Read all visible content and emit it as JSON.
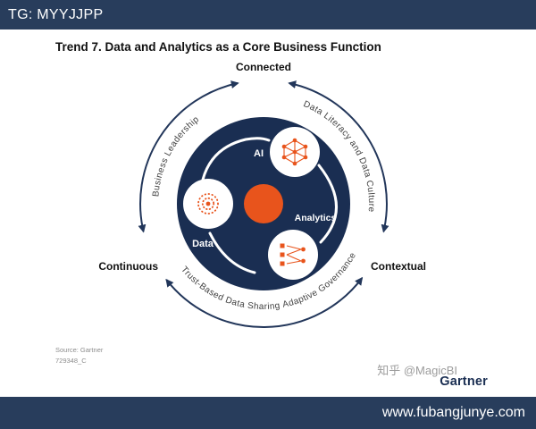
{
  "colors": {
    "bar_navy": "#283d5c",
    "diagram_navy": "#1a2e52",
    "orange": "#e8541c"
  },
  "top_bar": {
    "label": "TG: MYYJJPP"
  },
  "main": {
    "title": "Trend 7. Data and Analytics as a Core Business Function",
    "source": {
      "line1": "Source: Gartner",
      "line2": "729348_C"
    },
    "watermark": "知乎 @MagicBI",
    "brand": "Gartner"
  },
  "diagram": {
    "ring_labels": {
      "top": "Connected",
      "right": "Contextual",
      "left": "Continuous"
    },
    "curved_labels": {
      "left": "Business Leadership",
      "right": "Data Literacy and Data Culture",
      "bottom": "Trust-Based Data Sharing",
      "bottom_right": "Adaptive Governance"
    },
    "nodes": {
      "ai": "AI",
      "data": "Data",
      "analytics": "Analytics"
    }
  },
  "bottom_bar": {
    "label": "www.fubangjunye.com"
  }
}
